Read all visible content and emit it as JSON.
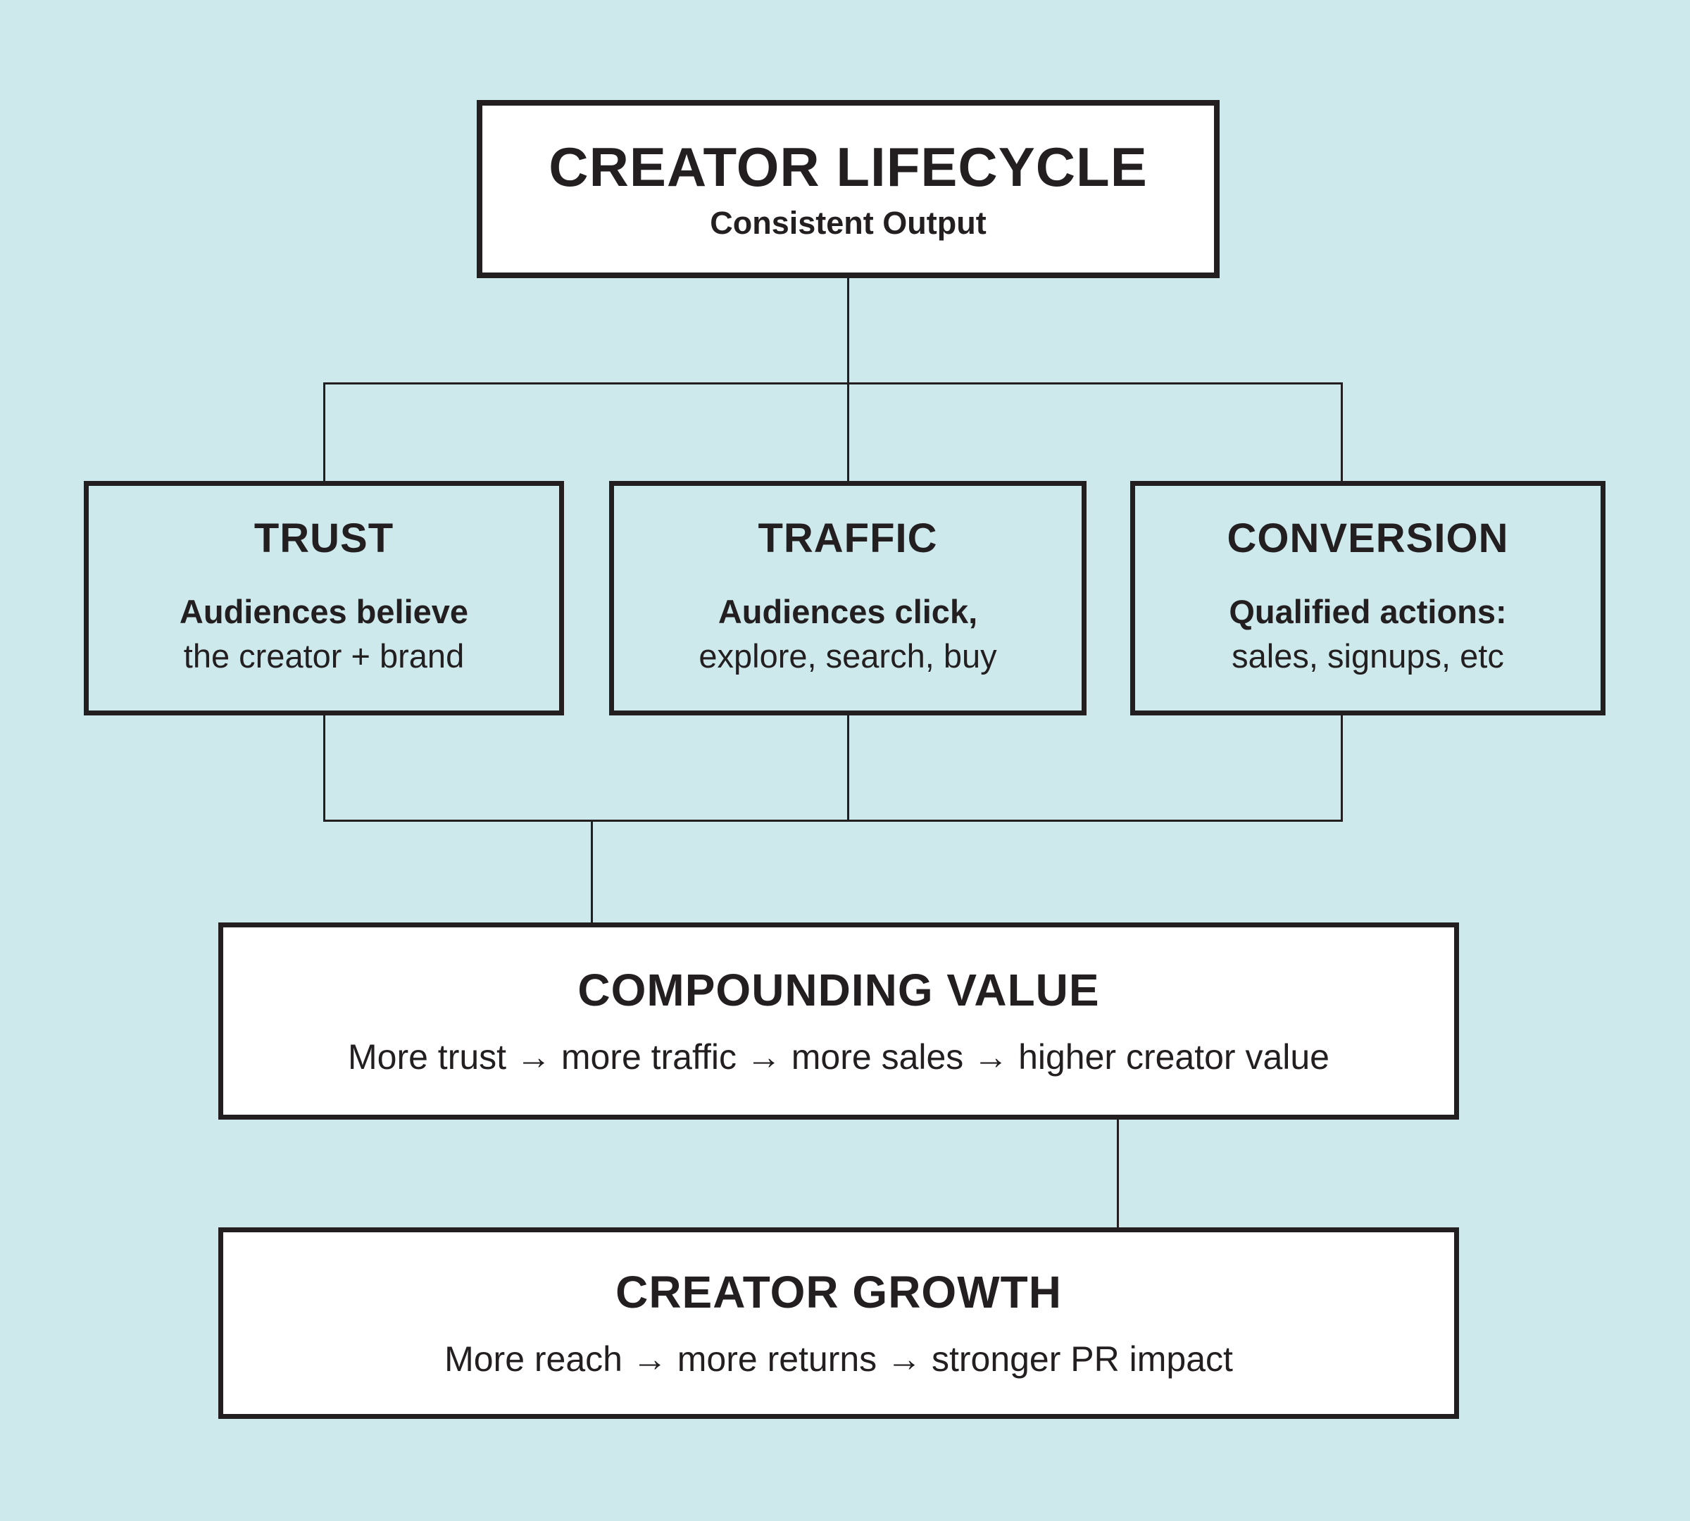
{
  "colors": {
    "background": "#cde9ec",
    "line": "#231f20",
    "box_fill_white": "#ffffff",
    "box_fill_tint": "#cde9ec"
  },
  "root": {
    "title": "CREATOR LIFECYCLE",
    "subtitle": "Consistent Output"
  },
  "branches": [
    {
      "title": "TRUST",
      "line1": "Audiences believe",
      "line2": "the creator + brand"
    },
    {
      "title": "TRAFFIC",
      "line1": "Audiences click,",
      "line2": "explore, search, buy"
    },
    {
      "title": "CONVERSION",
      "line1": "Qualified actions:",
      "line2": "sales, signups, etc"
    }
  ],
  "compounding": {
    "title": "COMPOUNDING VALUE",
    "body": "More trust → more traffic → more sales → higher creator value"
  },
  "growth": {
    "title": "CREATOR GROWTH",
    "body": "More reach → more returns → stronger PR impact"
  }
}
